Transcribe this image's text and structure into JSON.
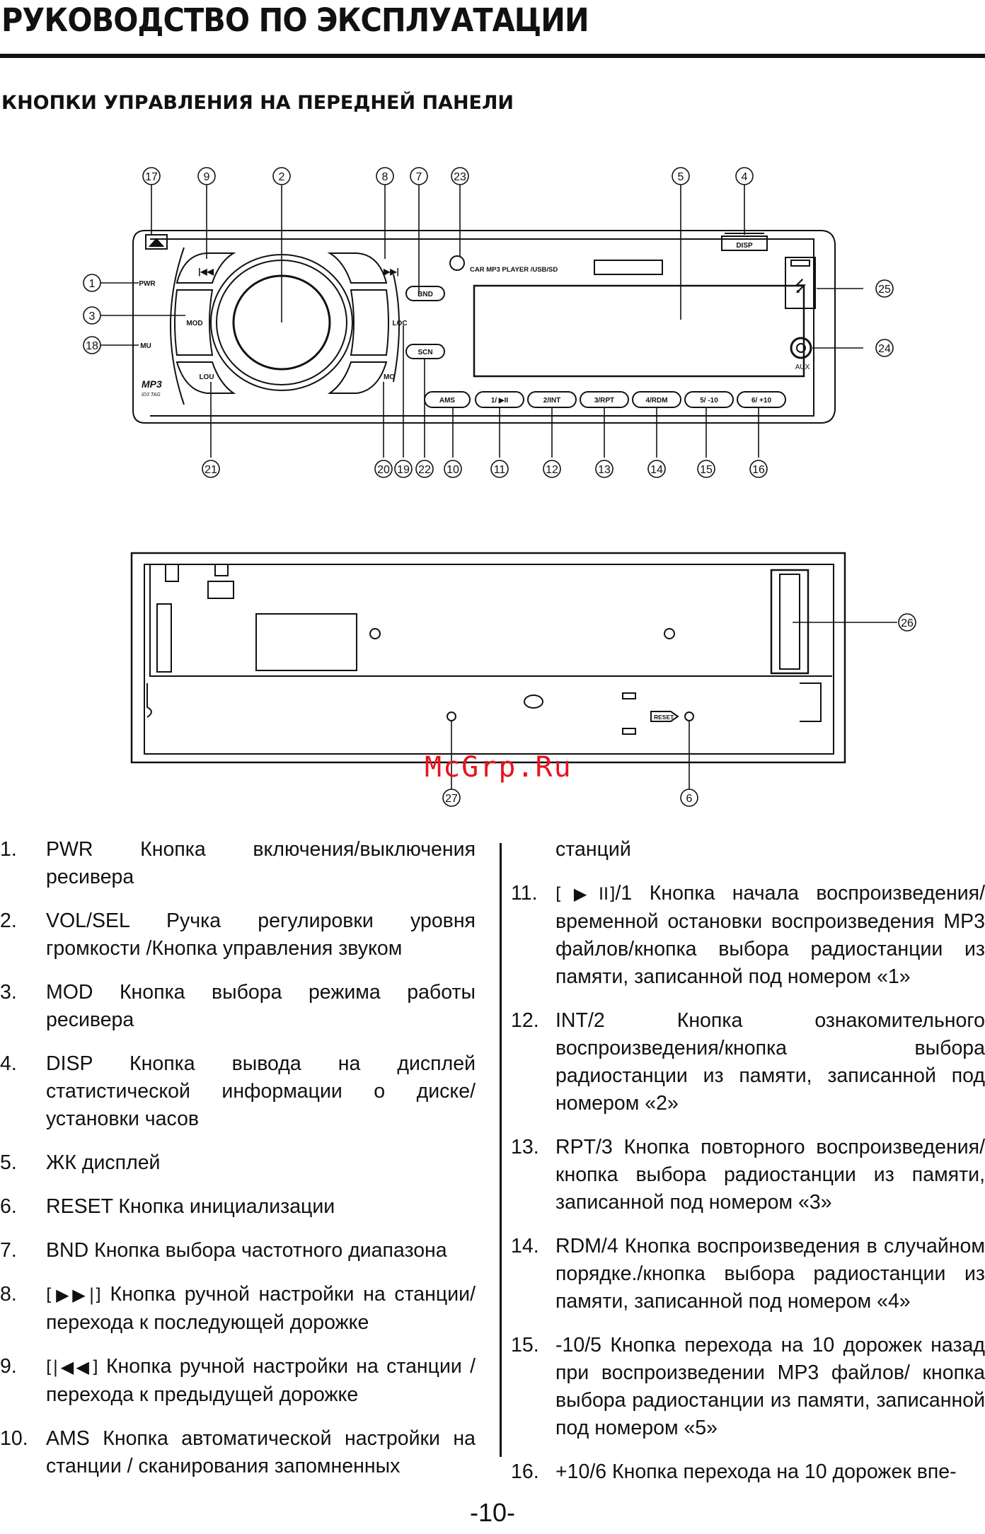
{
  "header": {
    "title": "РУКОВОДСТВО ПО ЭКСПЛУАТАЦИИ"
  },
  "section": {
    "title": "КНОПКИ УПРАВЛЕНИЯ НА ПЕРЕДНЕЙ ПАНЕЛИ"
  },
  "front_panel": {
    "brand_text": "CAR MP3 PLAYER /USB/SD",
    "mp3_logo": "MP3",
    "mp3_tag": "ID3 TAG",
    "aux_label": "AUX",
    "buttons": {
      "pwr": "PWR",
      "mod": "MOD",
      "mu": "MU",
      "lou": "LOU",
      "loc": "LOC",
      "mo": "MO",
      "bnd": "BND",
      "scn": "SCN",
      "disp": "DISP",
      "prev": "|◀◀",
      "next": "▶▶|",
      "ams": "AMS",
      "p1": "1/ ▶II",
      "p2": "2/INT",
      "p3": "3/RPT",
      "p4": "4/RDM",
      "p5": "5/ -10",
      "p6": "6/ +10"
    },
    "callouts_top": [
      "17",
      "9",
      "2",
      "8",
      "7",
      "23",
      "5",
      "4"
    ],
    "callouts_left": [
      "1",
      "3",
      "18"
    ],
    "callouts_right": [
      "25",
      "24"
    ],
    "callouts_bottom": [
      "21",
      "20",
      "19",
      "22",
      "10",
      "11",
      "12",
      "13",
      "14",
      "15",
      "16"
    ]
  },
  "back_panel": {
    "reset_label": "RESET",
    "callouts": [
      "26",
      "27",
      "6"
    ]
  },
  "watermark": "McGrp.Ru",
  "left_column": {
    "items": [
      {
        "num": "1.",
        "text": "PWR Кнопка включения/выключения ресивера"
      },
      {
        "num": "2.",
        "text": "VOL/SEL Ручка регулировки уровня громкости /Кнопка управления звуком"
      },
      {
        "num": "3.",
        "text": "MOD Кнопка выбора режима работы ресивера"
      },
      {
        "num": "4.",
        "text": "DISP Кнопка вывода на дисплей статистической информации о диске/установки часов"
      },
      {
        "num": "5.",
        "text": "ЖК дисплей"
      },
      {
        "num": "6.",
        "text": "RESET Кнопка инициализации"
      },
      {
        "num": "7.",
        "text": "BND Кнопка выбора частотного диапазона"
      },
      {
        "num": "8.",
        "sym": "[▶▶|]",
        "text": " Кнопка ручной настройки на станции/ перехода к последующей дорожке"
      },
      {
        "num": "9.",
        "sym": "[|◀◀]",
        "text": " Кнопка ручной настройки на станции / перехода к предыдущей дорожке"
      },
      {
        "num": "10.",
        "text": "AMS Кнопка автоматической настройки на станции / сканирования запомненных"
      }
    ]
  },
  "right_column": {
    "continuation": "станций",
    "items": [
      {
        "num": "11.",
        "sym": "[▶II]",
        "text": "/1 Кнопка начала воспроизведения/временной остановки воспроизведения MP3 файлов/кнопка выбора радиостанции из памяти, записанной под номером «1»"
      },
      {
        "num": "12.",
        "text": "INT/2 Кнопка ознакомительного воспроизведения/кнопка выбора радиостанции из памяти, записанной под номером «2»"
      },
      {
        "num": "13.",
        "text": "RPT/3 Кнопка повторного воспроизведения/кнопка выбора радиостанции из памяти, записанной под номером «3»"
      },
      {
        "num": "14.",
        "text": "RDM/4 Кнопка воспроизведения в случайном порядке./кнопка выбора радиостанции из памяти, записанной под номером «4»"
      },
      {
        "num": "15.",
        "text": "-10/5 Кнопка перехода на 10 дорожек назад при воспроизведении MP3 файлов/ кнопка выбора радиостанции из памяти, записанной под номером «5»"
      },
      {
        "num": "16.",
        "text": "+10/6 Кнопка перехода на 10 дорожек впе-"
      }
    ]
  },
  "footer": {
    "page_number": "-10-"
  }
}
